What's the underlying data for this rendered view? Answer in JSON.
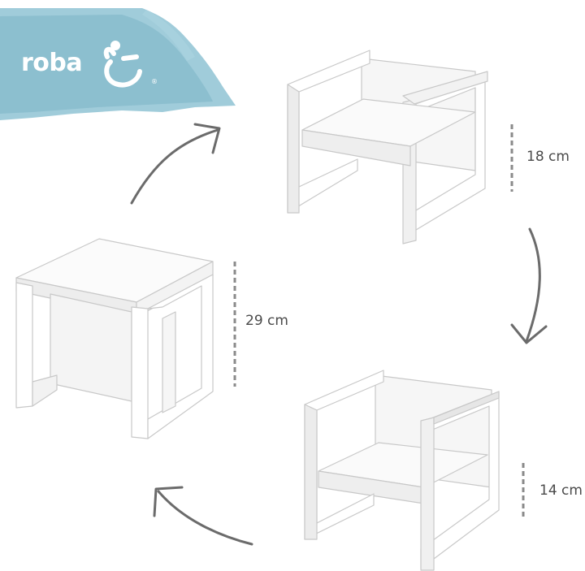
{
  "brand": {
    "name": "roba",
    "registered_mark": "®",
    "logo_icon": "child-smile-logo-icon",
    "accent_color": "#8fc3d3"
  },
  "dimensions": {
    "cube_height": "29 cm",
    "high_seat_height": "18 cm",
    "low_seat_height": "14 cm"
  },
  "colors": {
    "furniture": "#ffffff",
    "furniture_shade": "#e6e6e6",
    "outline": "#c8c8c8",
    "arrow": "#6b6b6b",
    "dim_bar": "#8a8a8a"
  }
}
